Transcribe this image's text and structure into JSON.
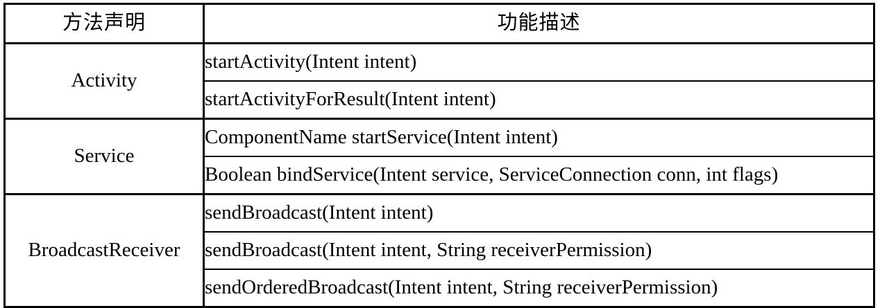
{
  "table": {
    "headers": {
      "declaration": "方法声明",
      "description": "功能描述"
    },
    "groups": [
      {
        "component": "Activity",
        "methods": [
          "startActivity(Intent intent)",
          "startActivityForResult(Intent intent)"
        ]
      },
      {
        "component": "Service",
        "methods": [
          "ComponentName startService(Intent intent)",
          "Boolean bindService(Intent service, ServiceConnection conn, int flags)"
        ]
      },
      {
        "component": "BroadcastReceiver",
        "methods": [
          "sendBroadcast(Intent intent)",
          "sendBroadcast(Intent intent, String receiverPermission)",
          "sendOrderedBroadcast(Intent intent, String receiverPermission)"
        ]
      }
    ]
  },
  "colors": {
    "border": "#000000",
    "text": "#000000",
    "background": "#ffffff"
  }
}
